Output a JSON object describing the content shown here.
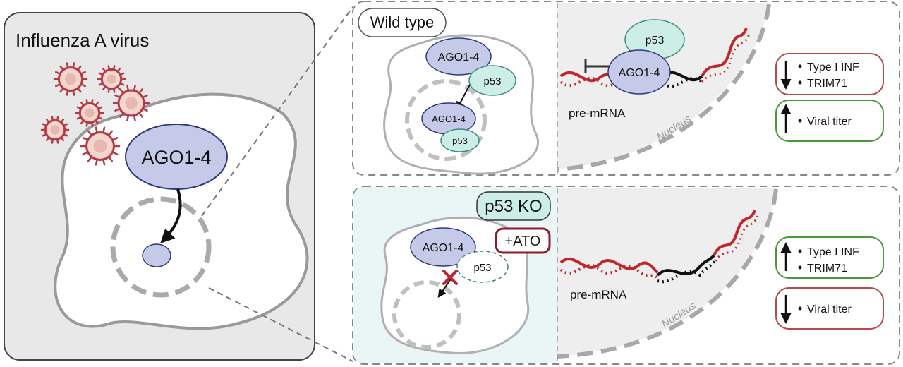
{
  "left_panel": {
    "title": "Influenza A virus",
    "protein_label": "AGO1-4"
  },
  "wild_type": {
    "tag": "Wild type",
    "cell_ago_label": "AGO1-4",
    "cell_p53_label": "p53",
    "nuclear_ago_label": "AGO1-4",
    "nuclear_p53_label": "p53",
    "zoom_p53_label": "p53",
    "zoom_ago_label": "AGO1-4",
    "rna_label": "pre-mRNA",
    "nucleus_label": "Nucleus",
    "effect_down_items": [
      "Type I INF",
      "TRIM71"
    ],
    "effect_up_item": "Viral titer"
  },
  "p53_ko": {
    "tag": "p53 KO",
    "treatment": "+ATO",
    "cell_ago_label": "AGO1-4",
    "cell_p53_label": "p53",
    "rna_label": "pre-mRNA",
    "nucleus_label": "Nucleus",
    "effect_up_items": [
      "Type I INF",
      "TRIM71"
    ],
    "effect_down_item": "Viral titer"
  },
  "colors": {
    "ago_fill": "#c5cae9",
    "ago_stroke": "#2f3a7a",
    "p53_fill": "#cdeee6",
    "p53_stroke": "#3f8c7a",
    "rna_red": "#c0262c",
    "rna_black": "#111111",
    "virus": "#b53a44",
    "increase_border": "#4a9a3a",
    "decrease_border": "#b84a4a",
    "ko_background": "#eaf5f5"
  },
  "icons": [
    "virus-icon",
    "inhibition-arrow-icon",
    "up-arrow-icon",
    "down-arrow-icon",
    "blocked-arrow-icon"
  ]
}
